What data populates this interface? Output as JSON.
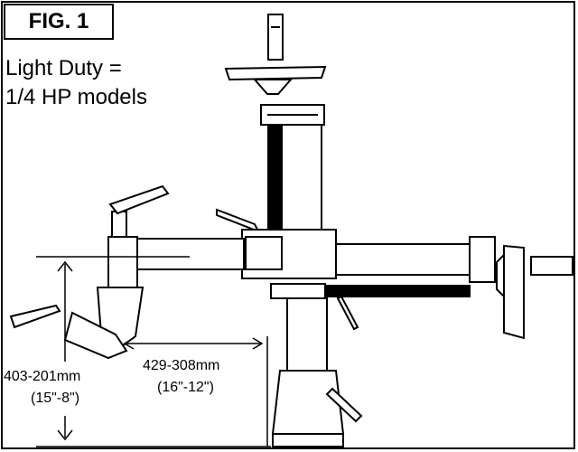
{
  "figure": {
    "label": "FIG. 1"
  },
  "caption": {
    "line1": "Light Duty  =",
    "line2": "1/4 HP models"
  },
  "dimensions": {
    "vertical": {
      "range": "403-201mm",
      "inches": "(15\"-8\")"
    },
    "horizontal": {
      "range": "429-308mm",
      "inches": "(16\"-12\")"
    }
  }
}
